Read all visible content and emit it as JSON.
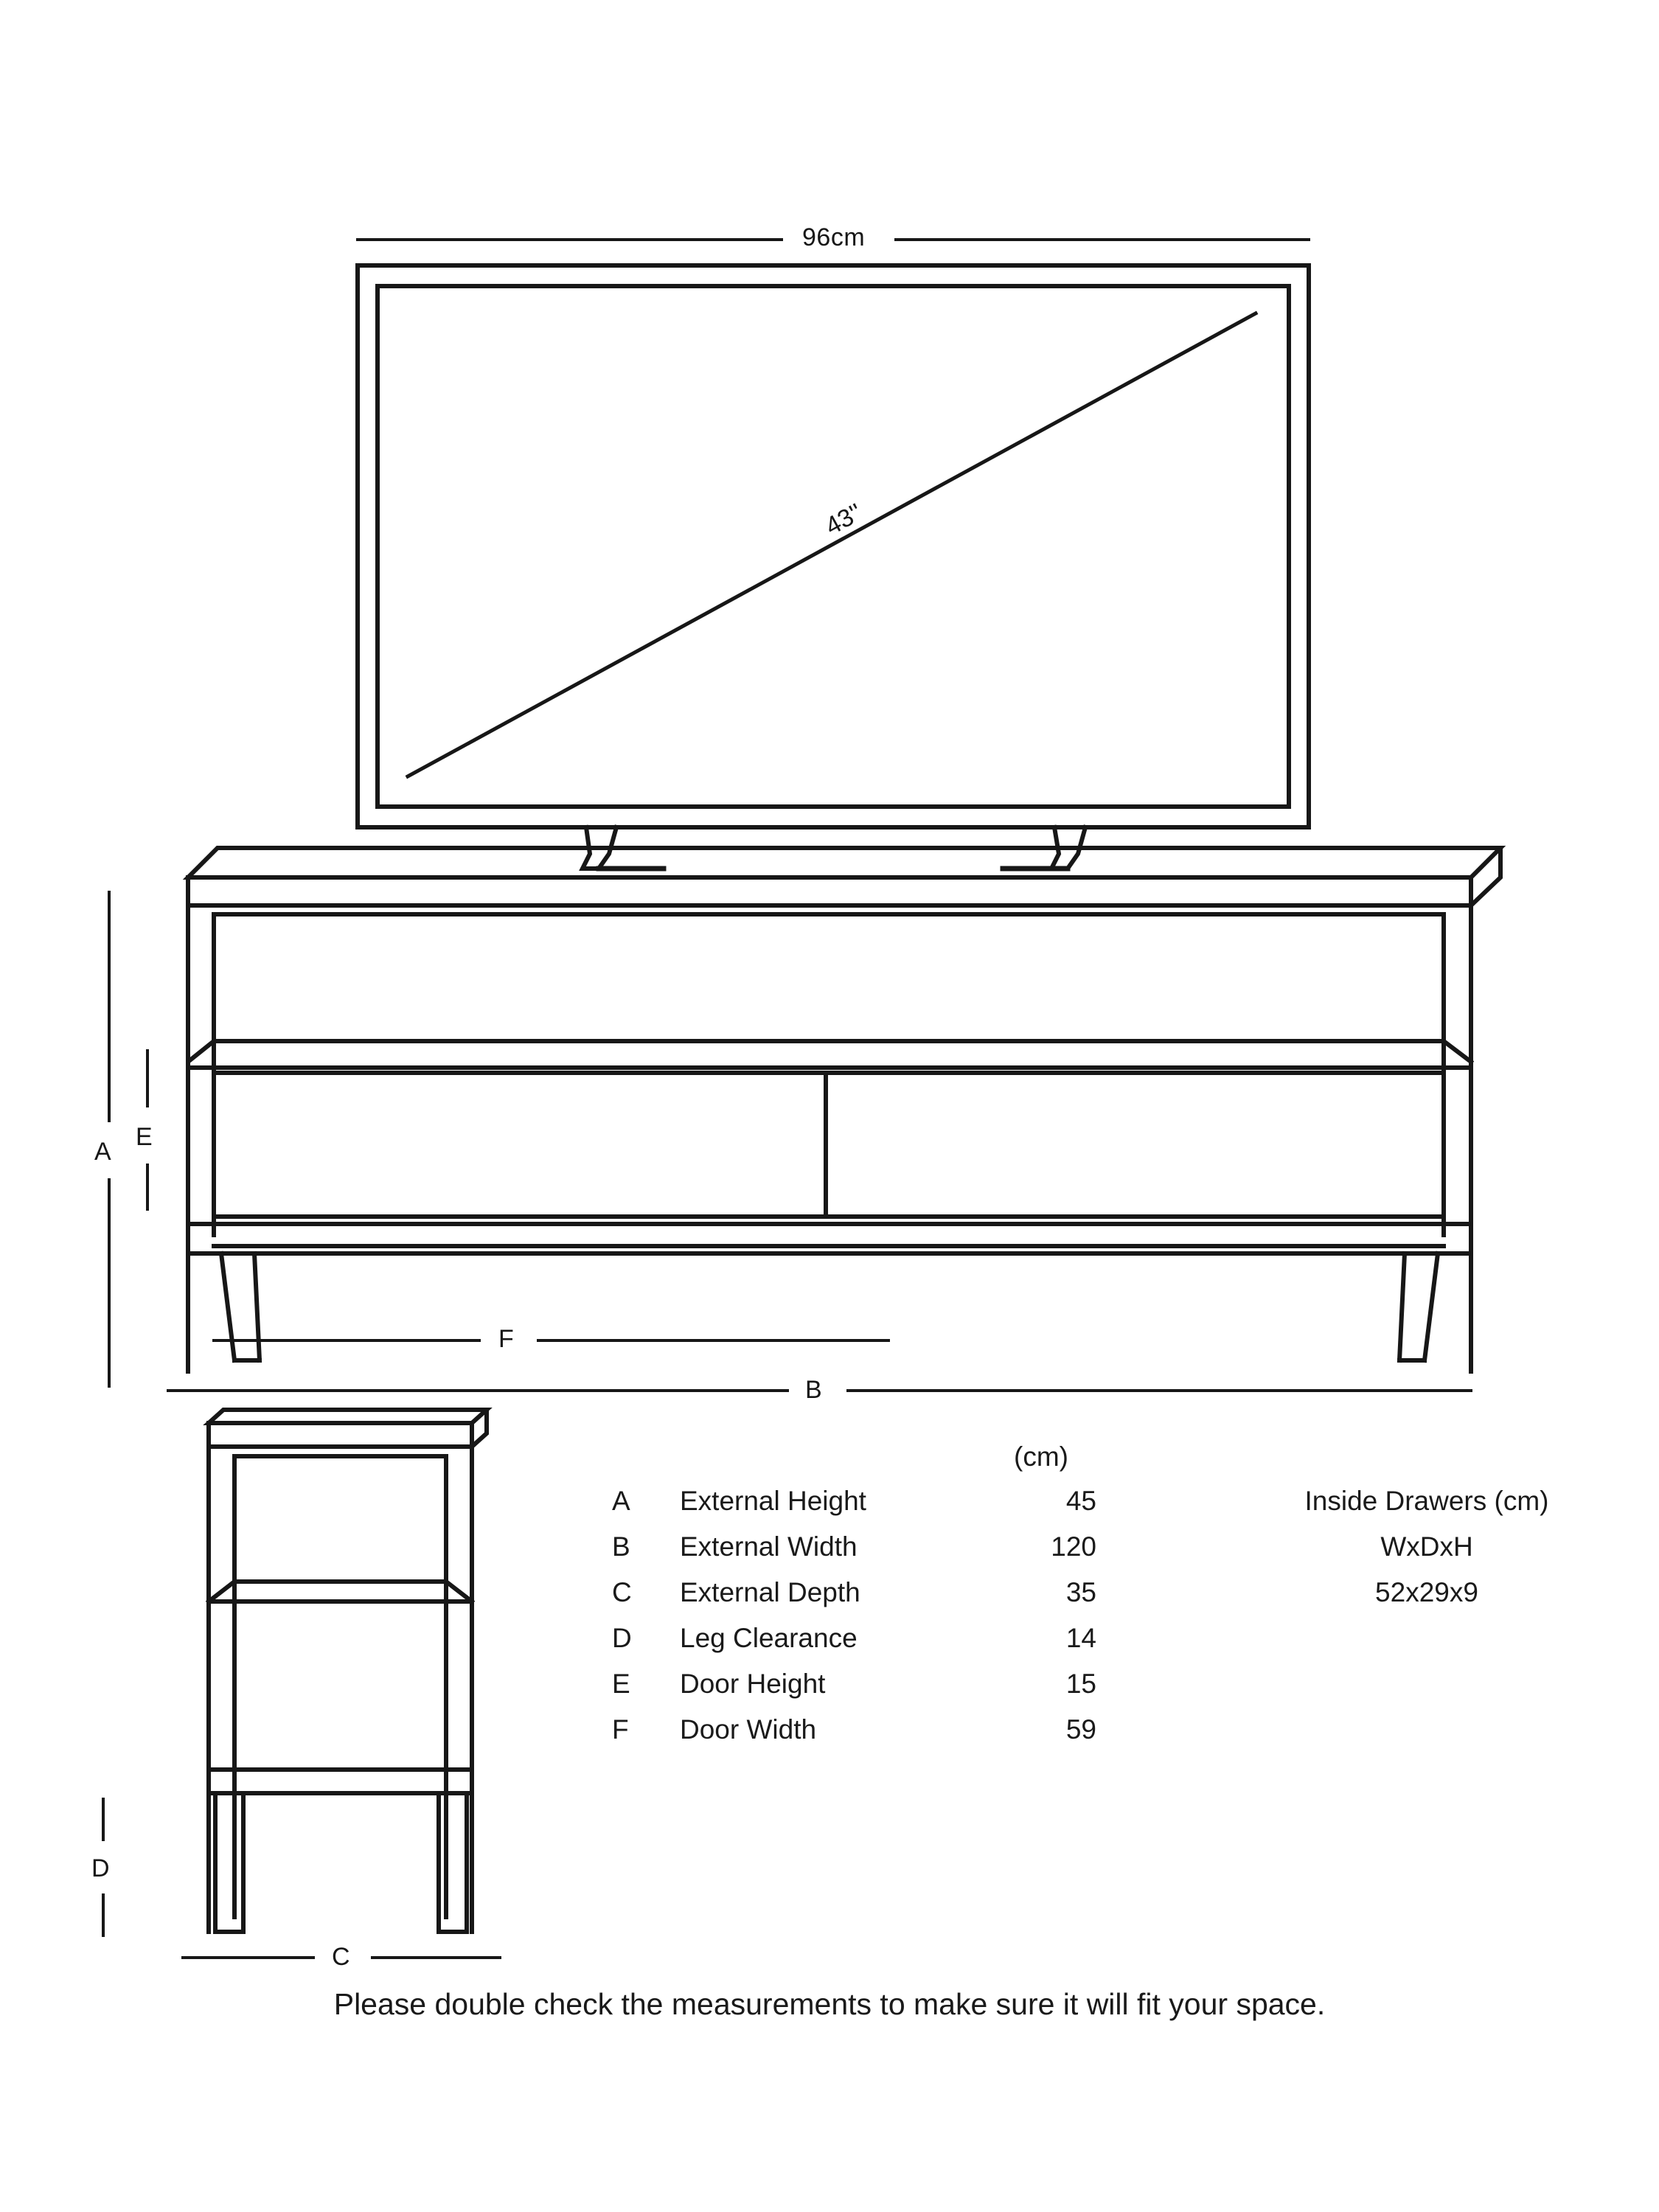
{
  "diagram": {
    "title_labels": {
      "tv_width": "96cm",
      "tv_diagonal": "43''"
    },
    "dimension_letters": {
      "a": "A",
      "b": "B",
      "c": "C",
      "d": "D",
      "e": "E",
      "f": "F"
    }
  },
  "spec": {
    "unit_header": "(cm)",
    "rows": [
      {
        "key": "A",
        "name": "External Height",
        "value": "45"
      },
      {
        "key": "B",
        "name": "External Width",
        "value": "120"
      },
      {
        "key": "C",
        "name": "External Depth",
        "value": "35"
      },
      {
        "key": "D",
        "name": "Leg Clearance",
        "value": "14"
      },
      {
        "key": "E",
        "name": "Door Height",
        "value": "15"
      },
      {
        "key": "F",
        "name": "Door Width",
        "value": "59"
      }
    ]
  },
  "drawers": {
    "title": "Inside Drawers (cm)",
    "axes": "WxDxH",
    "value": "52x29x9"
  },
  "footnote": "Please double check the measurements to make sure it will fit your space."
}
